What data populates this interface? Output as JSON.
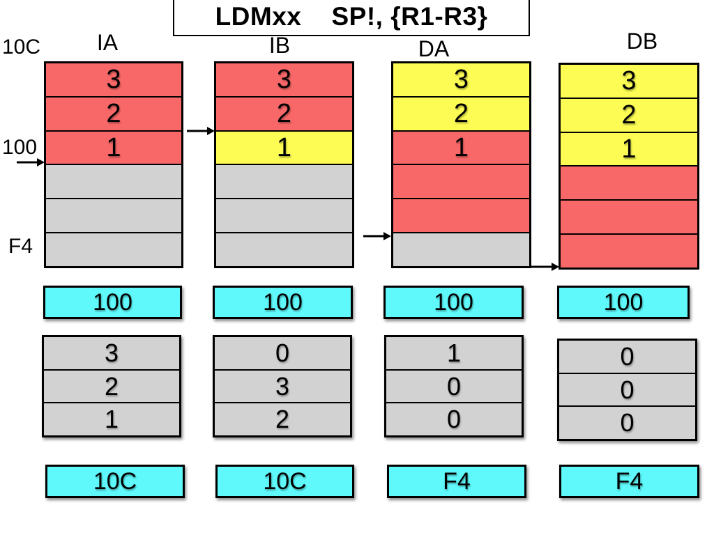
{
  "title": "LDMxx    SP!, {R1-R3}",
  "address_labels": {
    "top": "10C",
    "middle": "100",
    "bottom": "F4"
  },
  "colors": {
    "red": "#f96868",
    "yellow": "#fcfc54",
    "gray": "#d2d2d2",
    "cyan": "#5ff9fc"
  },
  "columns": [
    {
      "header": "IA",
      "memory": [
        {
          "value": "3",
          "color": "red"
        },
        {
          "value": "2",
          "color": "red"
        },
        {
          "value": "1",
          "color": "red"
        },
        {
          "value": "",
          "color": "gray"
        },
        {
          "value": "",
          "color": "gray"
        },
        {
          "value": "",
          "color": "gray"
        }
      ],
      "sp_pointer_row_boundary": 3,
      "sp_before": "100",
      "registers": [
        "3",
        "2",
        "1"
      ],
      "sp_after": "10C"
    },
    {
      "header": "IB",
      "memory": [
        {
          "value": "3",
          "color": "red"
        },
        {
          "value": "2",
          "color": "red"
        },
        {
          "value": "1",
          "color": "yellow"
        },
        {
          "value": "",
          "color": "gray"
        },
        {
          "value": "",
          "color": "gray"
        },
        {
          "value": "",
          "color": "gray"
        }
      ],
      "sp_pointer_row_boundary": 2,
      "sp_before": "100",
      "registers": [
        "0",
        "3",
        "2"
      ],
      "sp_after": "10C"
    },
    {
      "header": "DA",
      "memory": [
        {
          "value": "3",
          "color": "yellow"
        },
        {
          "value": "2",
          "color": "yellow"
        },
        {
          "value": "1",
          "color": "red"
        },
        {
          "value": "",
          "color": "red"
        },
        {
          "value": "",
          "color": "red"
        },
        {
          "value": "",
          "color": "gray"
        }
      ],
      "sp_pointer_row_boundary": 5,
      "sp_before": "100",
      "registers": [
        "1",
        "0",
        "0"
      ],
      "sp_after": "F4"
    },
    {
      "header": "DB",
      "memory": [
        {
          "value": "3",
          "color": "yellow"
        },
        {
          "value": "2",
          "color": "yellow"
        },
        {
          "value": "1",
          "color": "yellow"
        },
        {
          "value": "",
          "color": "red"
        },
        {
          "value": "",
          "color": "red"
        },
        {
          "value": "",
          "color": "red"
        }
      ],
      "sp_pointer_row_boundary": 6,
      "sp_before": "100",
      "registers": [
        "0",
        "0",
        "0"
      ],
      "sp_after": "F4"
    }
  ]
}
